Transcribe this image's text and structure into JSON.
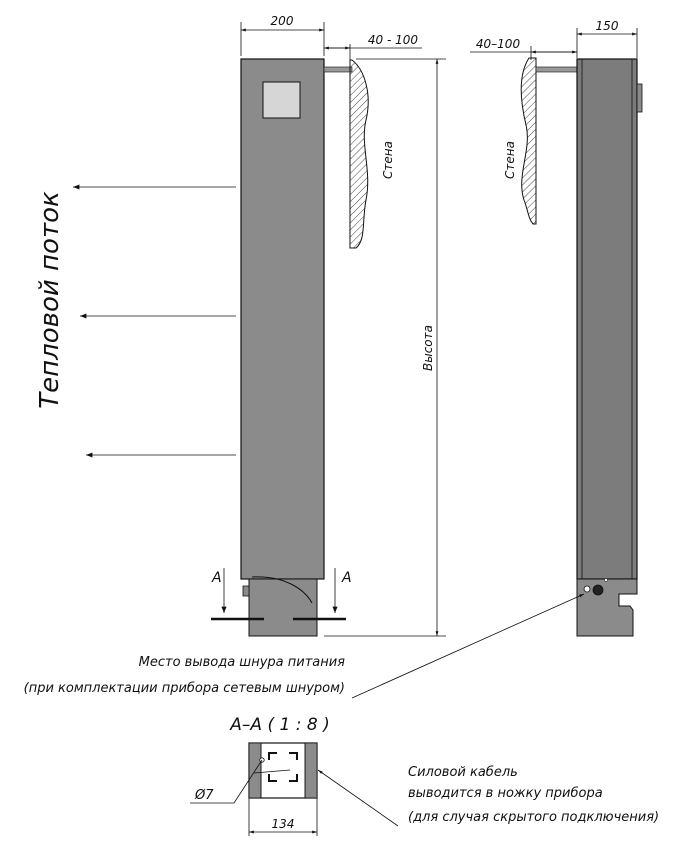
{
  "front_view": {
    "width_dim": "200",
    "gap_dim": "40 - 100",
    "wall_label": "Стена",
    "height_label": "Высота",
    "section_mark_left": "А",
    "section_mark_right": "А"
  },
  "side_view": {
    "gap_dim": "40–100",
    "depth_dim": "150",
    "wall_label": "Стена"
  },
  "heat_flow_label": "Тепловой поток",
  "cord_note": {
    "line1": "Место вывода шнура питания",
    "line2": "(при комплектации прибора сетевым шнуром)"
  },
  "section": {
    "title": "А–А ( 1 : 8 )",
    "hole_dim": "Ø7",
    "width_dim": "134"
  },
  "cable_note": {
    "line1": "Силовой кабель",
    "line2": "выводится в ножку прибора",
    "line3": "(для случая скрытого подключения)"
  },
  "colors": {
    "body_fill": "#8b8b8b",
    "body_fill_side": "#7c7c7c",
    "panel_fill": "#d6d6d6",
    "line": "#111111"
  }
}
